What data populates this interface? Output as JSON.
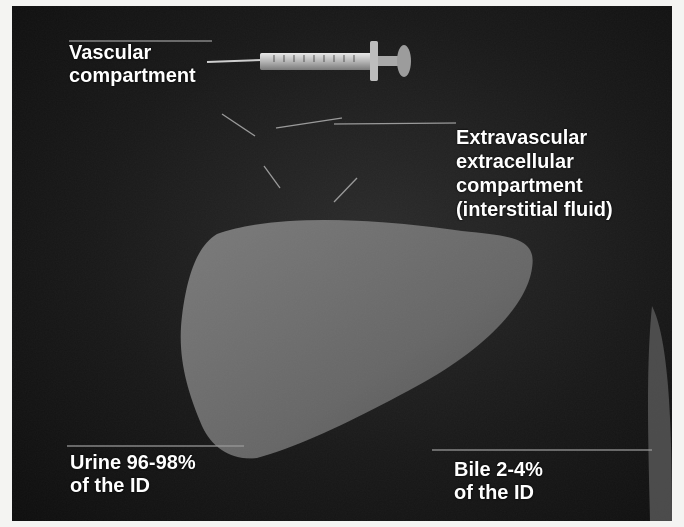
{
  "labels": {
    "vascular": [
      "Vascular",
      "compartment"
    ],
    "extravascular": [
      "Extravascular",
      "extracellular",
      "compartment",
      "(interstitial fluid)"
    ],
    "urine": [
      "Urine 96-98%",
      "of the ID"
    ],
    "bile": [
      "Bile 2-4%",
      "of the ID"
    ]
  },
  "colors": {
    "background": "#171717",
    "organ": "#6f6f6f",
    "text": "#ffffff",
    "leader_lines": "#9a9a9a"
  },
  "icons": {
    "syringe": "syringe-icon",
    "liver": "liver-illustration"
  }
}
